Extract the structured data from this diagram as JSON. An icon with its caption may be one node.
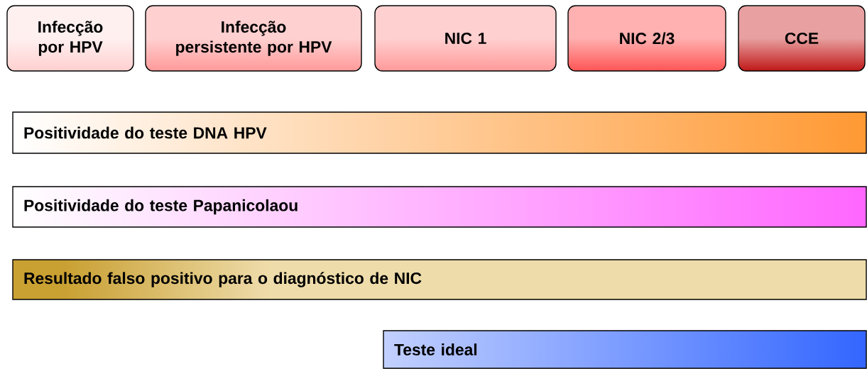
{
  "diagram": {
    "nodes": [
      {
        "text": [
          "Infecção por HPV"
        ]
      },
      {
        "text": [
          "Infecção persistente por HPV"
        ]
      },
      {
        "text": [
          "NIC 1"
        ]
      },
      {
        "text": [
          "NIC 2/3"
        ]
      },
      {
        "text": [
          "CCE"
        ]
      },
      {
        "text": [
          "Positividade do teste DNA HPV"
        ]
      },
      {
        "text": [
          "Positividade do teste Papanicolaou"
        ]
      },
      {
        "text": [
          "Resultado falso positivo para o diagnóstico de NIC"
        ]
      },
      {
        "text": [
          "Teste ideal"
        ]
      }
    ]
  }
}
